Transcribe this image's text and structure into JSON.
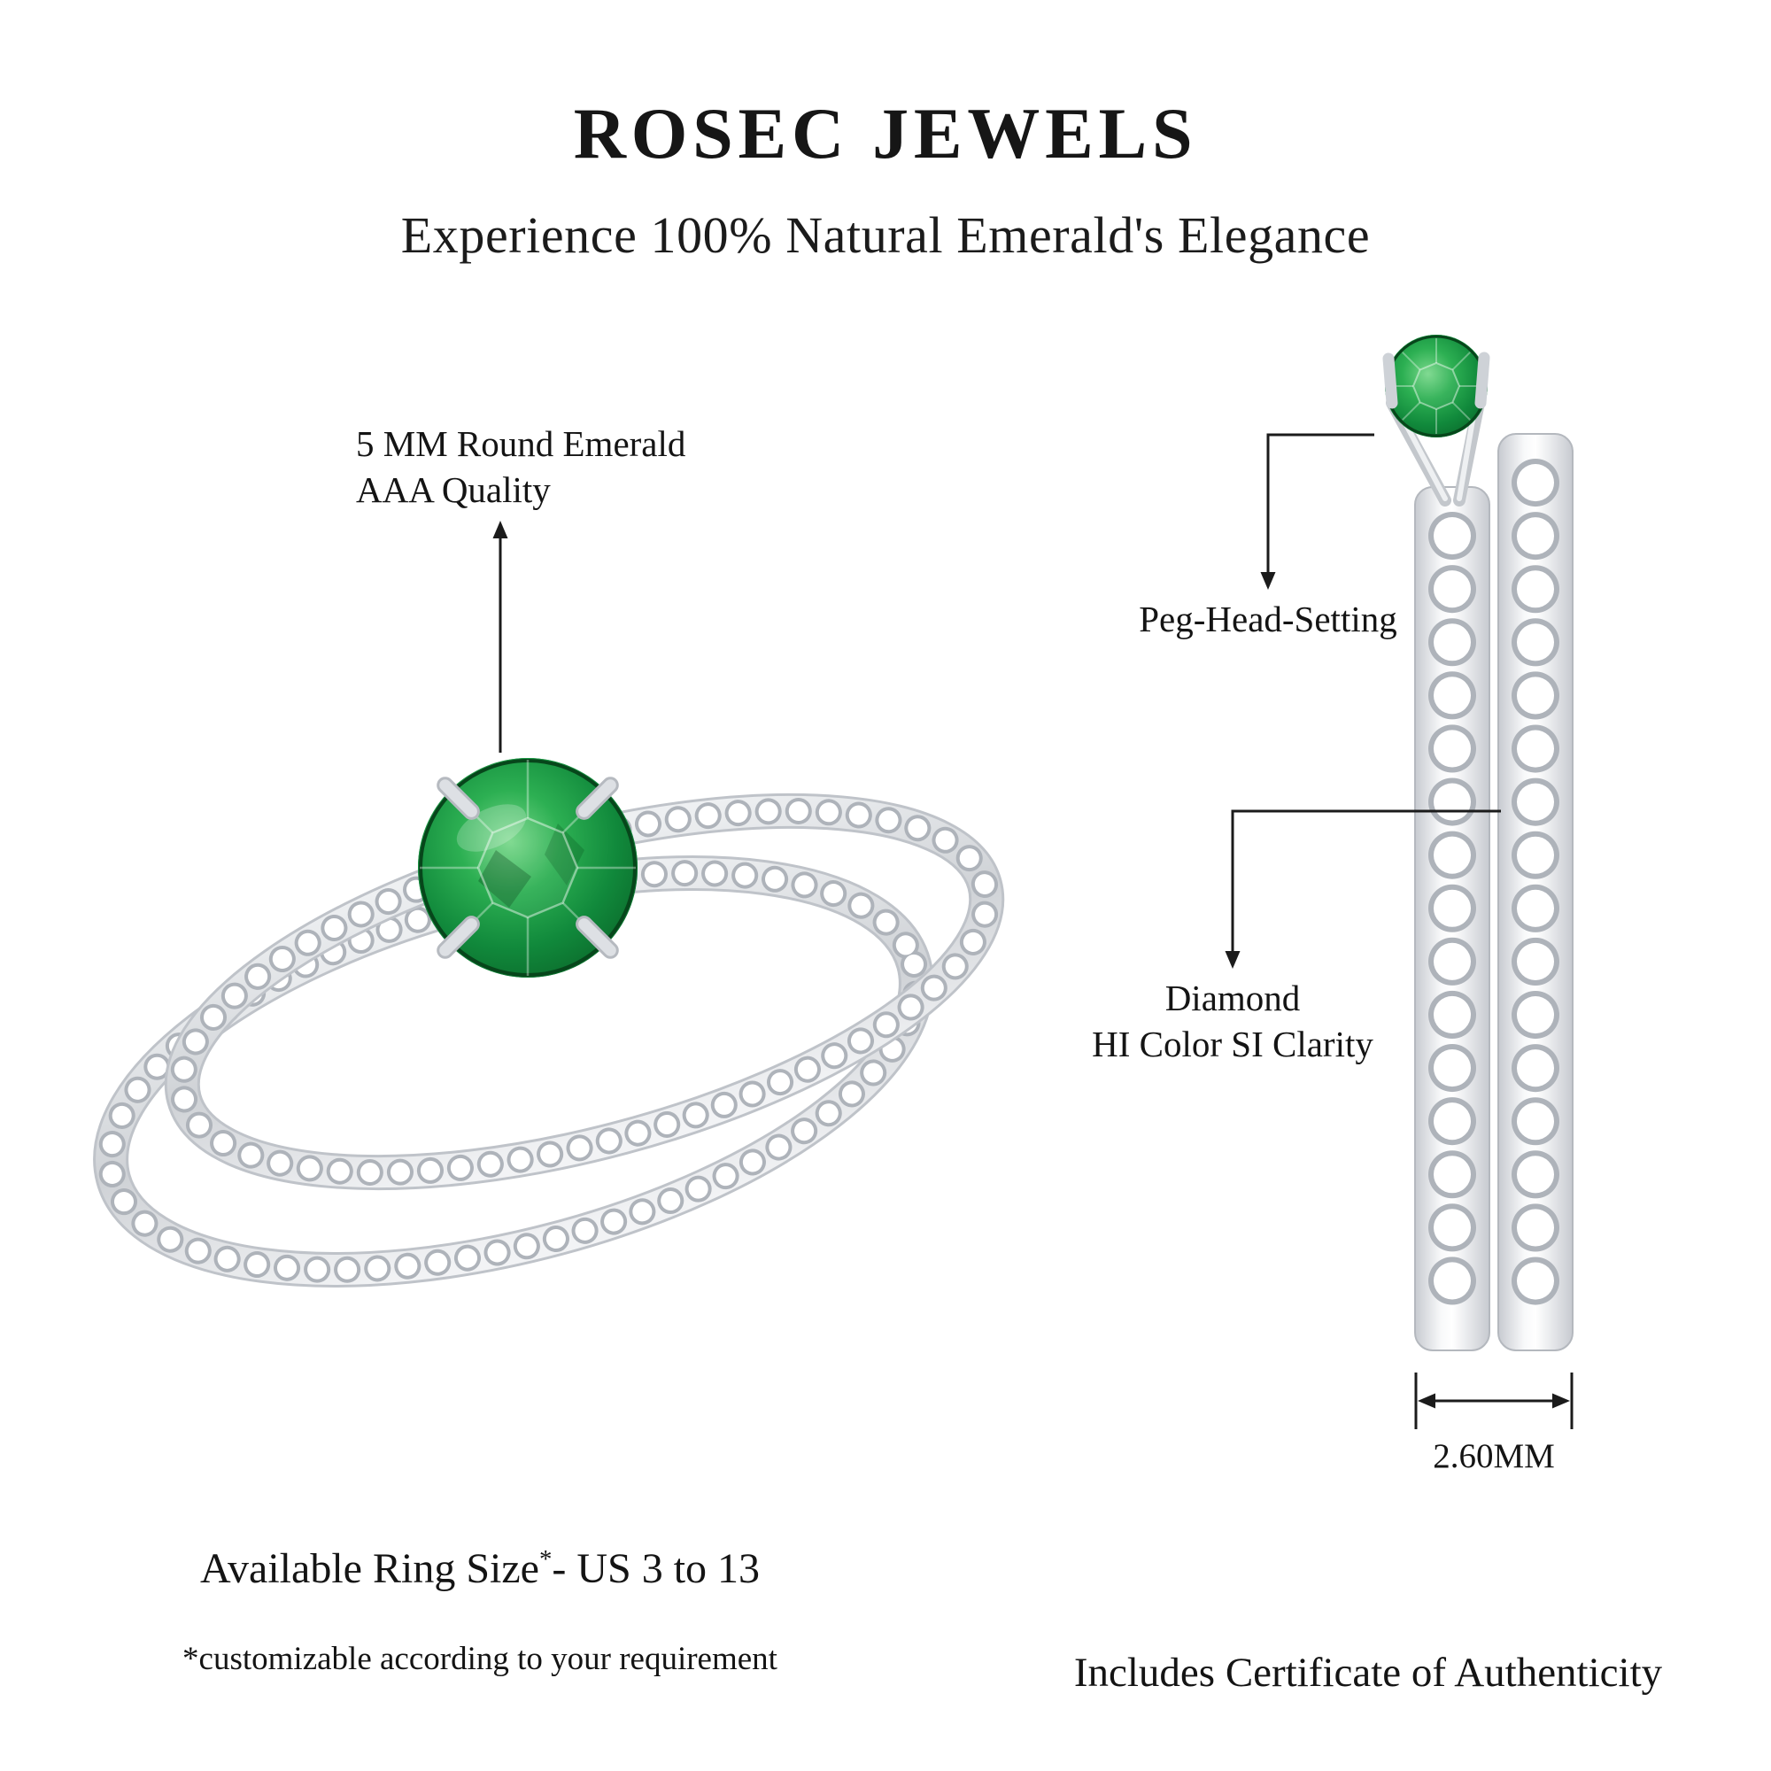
{
  "header": {
    "brand": "ROSEC JEWELS",
    "tagline": "Experience 100% Natural Emerald's Elegance"
  },
  "callouts": {
    "gem": {
      "line1": "5 MM Round Emerald",
      "line2": "AAA Quality"
    },
    "peg": {
      "label": "Peg-Head-Setting"
    },
    "diamond": {
      "line1": "Diamond",
      "line2": "HI Color SI Clarity"
    },
    "band_width": {
      "label": "2.60MM"
    }
  },
  "footer": {
    "ring_size_prefix": "Available Ring Size",
    "ring_size_star": "*",
    "ring_size_suffix": "- US 3 to 13",
    "customizable_note": "*customizable according to your requirement",
    "certificate_note": "Includes Certificate of Authenticity"
  },
  "colors": {
    "emerald": "#0f7d33",
    "emerald_dark": "#085c24",
    "metal_light": "#f5f6f7",
    "metal_mid": "#cfd2d6",
    "line": "#1b1b1b"
  }
}
